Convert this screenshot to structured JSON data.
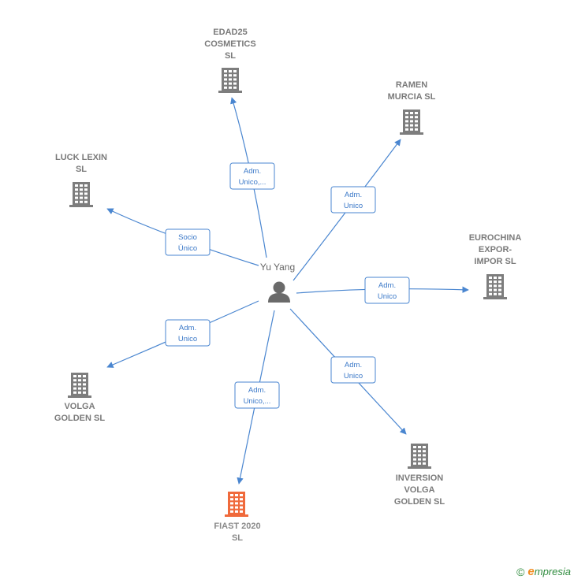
{
  "center": {
    "name": "Yu Yang",
    "icon": "person-icon"
  },
  "colors": {
    "edge": "#4a86d0",
    "building": "#7d7d7d",
    "highlight": "#f06a3c"
  },
  "companies": [
    {
      "id": "edad25",
      "lines": [
        "EDAD25",
        "COSMETICS",
        "SL"
      ],
      "relation": [
        "Adm.",
        "Unico,..."
      ],
      "highlight": false
    },
    {
      "id": "ramen",
      "lines": [
        "RAMEN",
        "MURCIA  SL"
      ],
      "relation": [
        "Adm.",
        "Unico"
      ],
      "highlight": false
    },
    {
      "id": "luck",
      "lines": [
        "LUCK LEXIN",
        "SL"
      ],
      "relation": [
        "Socio",
        "Único"
      ],
      "highlight": false
    },
    {
      "id": "eurochina",
      "lines": [
        "EUROCHINA",
        "EXPOR-",
        "IMPOR  SL"
      ],
      "relation": [
        "Adm.",
        "Unico"
      ],
      "highlight": false
    },
    {
      "id": "volga",
      "lines": [
        "VOLGA",
        "GOLDEN  SL"
      ],
      "relation": [
        "Adm.",
        "Unico"
      ],
      "highlight": false
    },
    {
      "id": "inversion",
      "lines": [
        "INVERSION",
        "VOLGA",
        "GOLDEN  SL"
      ],
      "relation": [
        "Adm.",
        "Unico"
      ],
      "highlight": false
    },
    {
      "id": "fiast",
      "lines": [
        "FIAST 2020",
        "SL"
      ],
      "relation": [
        "Adm.",
        "Unico,..."
      ],
      "highlight": true
    }
  ],
  "footer": {
    "copyright": "©",
    "brand_initial": "e",
    "brand_rest": "mpresia"
  }
}
